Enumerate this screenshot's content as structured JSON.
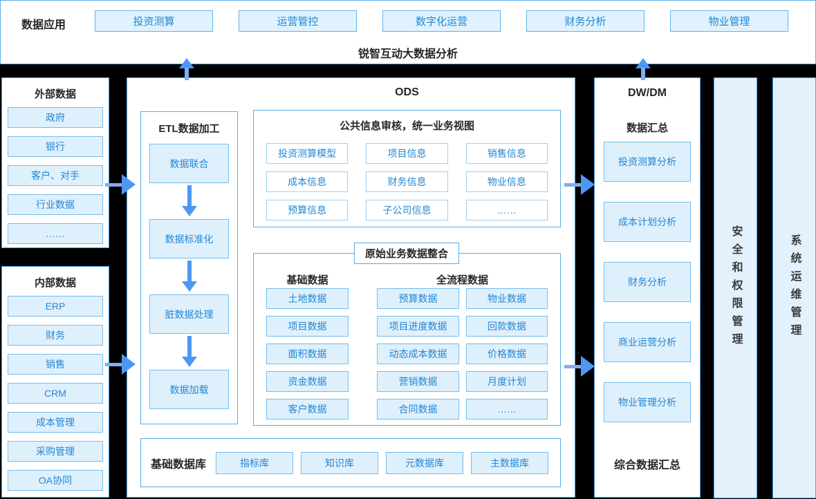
{
  "top": {
    "label": "数据应用",
    "buttons": [
      "投资测算",
      "运营管控",
      "数字化运营",
      "财务分析",
      "物业管理"
    ],
    "caption": "锐智互动大数据分析"
  },
  "external": {
    "title": "外部数据",
    "items": [
      "政府",
      "银行",
      "客户、对手",
      "行业数据",
      "……"
    ]
  },
  "internal": {
    "title": "内部数据",
    "items": [
      "ERP",
      "财务",
      "销售",
      "CRM",
      "成本管理",
      "采购管理",
      "OA协同"
    ]
  },
  "ods": {
    "title": "ODS",
    "etl": {
      "title": "ETL数据加工",
      "steps": [
        "数据联合",
        "数据标准化",
        "脏数据处理",
        "数据加载"
      ]
    },
    "review": {
      "title": "公共信息审核，统一业务视图",
      "items": [
        "投资测算模型",
        "项目信息",
        "销售信息",
        "成本信息",
        "财务信息",
        "物业信息",
        "预算信息",
        "子公司信息",
        "……"
      ]
    },
    "raw": {
      "title": "原始业务数据整合",
      "base_label": "基础数据",
      "flow_label": "全流程数据",
      "base_items": [
        "土地数据",
        "项目数据",
        "面积数据",
        "资金数据",
        "客户数据"
      ],
      "flow_items_col1": [
        "预算数据",
        "项目进度数据",
        "动态成本数据",
        "营销数据",
        "合同数据"
      ],
      "flow_items_col2": [
        "物业数据",
        "回款数据",
        "价格数据",
        "月度计划",
        "……"
      ]
    },
    "basedb": {
      "title": "基础数据库",
      "items": [
        "指标库",
        "知识库",
        "元数据库",
        "主数据库"
      ]
    }
  },
  "dwdm": {
    "title": "DW/DM",
    "subtitle": "数据汇总",
    "items": [
      "投资测算分析",
      "成本计划分析",
      "财务分析",
      "商业运营分析",
      "物业管理分析"
    ],
    "footer": "综合数据汇总"
  },
  "sidebars": {
    "security": "安全和权限管理",
    "ops": "系统运维管理"
  },
  "colors": {
    "background": "#000000",
    "panel_border": "#4aa3e8",
    "item_fill": "#dff0fd",
    "item_text": "#2287d3",
    "arrow": "#4f97f5"
  }
}
